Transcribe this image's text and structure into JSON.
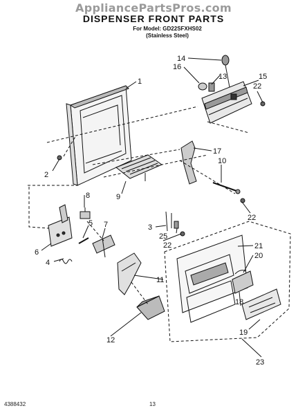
{
  "watermark": "AppliancePartsPros.com",
  "title": "DISPENSER FRONT PARTS",
  "subtitle_model": "For Model: GD22SFXHS02",
  "subtitle_finish": "(Stainless Steel)",
  "doc_number": "4388432",
  "page_number": "13",
  "callouts": {
    "c1": "1",
    "c2": "2",
    "c3": "3",
    "c4": "4",
    "c5": "5",
    "c6": "6",
    "c7": "7",
    "c8": "8",
    "c9": "9",
    "c10": "10",
    "c11": "11",
    "c12": "12",
    "c13": "13",
    "c14": "14",
    "c15": "15",
    "c16": "16",
    "c17": "17",
    "c18": "18",
    "c19": "19",
    "c20": "20",
    "c21": "21",
    "c22a": "22",
    "c22b": "22",
    "c22c": "22",
    "c23": "23",
    "c25": "25"
  }
}
